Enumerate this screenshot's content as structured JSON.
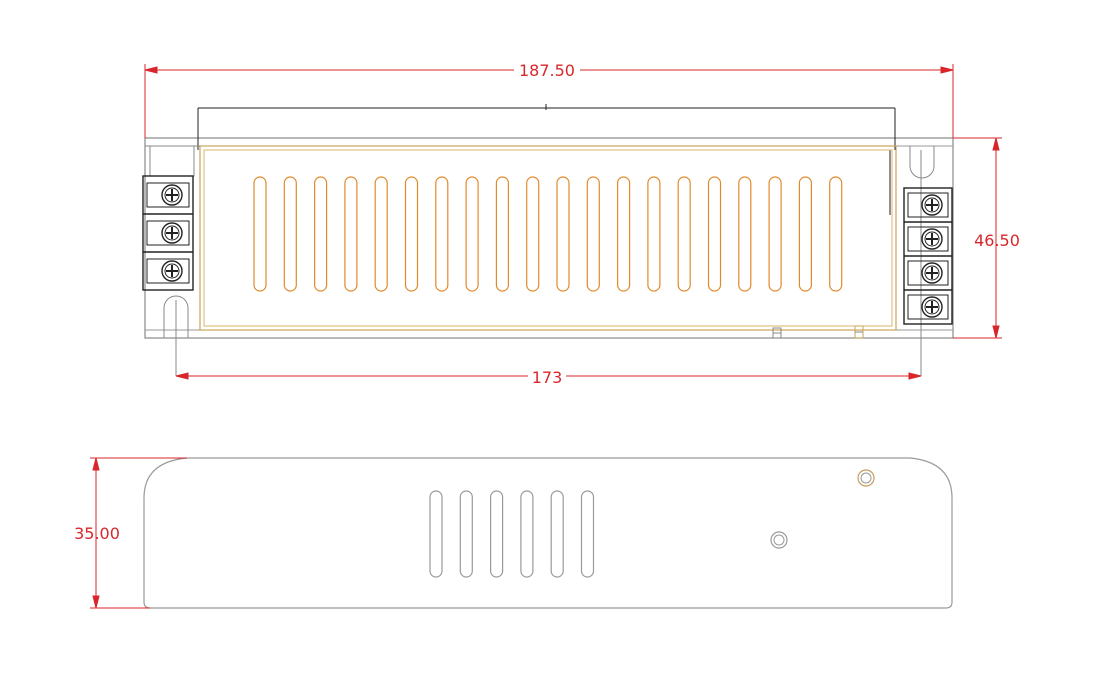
{
  "dimensions": {
    "overall_length": "187.50",
    "mounting_spacing": "173",
    "width": "46.50",
    "height": "35.00"
  },
  "colors": {
    "dimension": "#d9262b",
    "outline": "#7d7d7d",
    "body": "#9a9a9a",
    "vent_slot": "#e08a2c",
    "label_frame": "#d8b46a",
    "terminal": "#222222"
  },
  "top_view": {
    "input_terminal_count": 3,
    "output_terminal_count": 4,
    "vent_slot_count": 20
  },
  "side_view": {
    "vent_slot_count": 6,
    "indicator_count": 2
  }
}
